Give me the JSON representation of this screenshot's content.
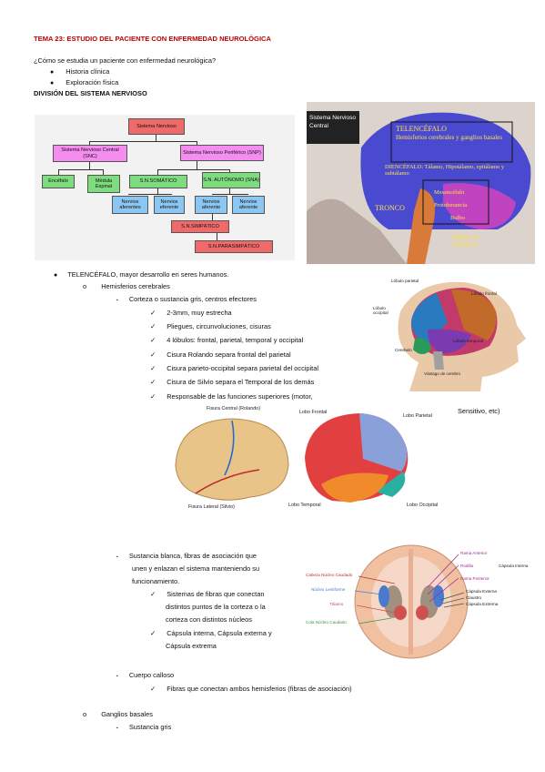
{
  "title": "TEMA 23: ESTUDIO DEL PACIENTE CON ENFERMEDAD NEUROLÓGICA",
  "question": "¿Cómo se estudia un paciente con enfermedad neurológica?",
  "study_items": [
    "Historia clínica",
    "Exploración física"
  ],
  "division_heading": "DIVISIÓN DEL SISTEMA NERVIOSO",
  "diagram": {
    "root": "Sistema Nervioso",
    "snc": "Sistema Nervioso Central (SNC)",
    "snp": "Sistema Nervioso Periférico (SNP)",
    "encefalo": "Encéfalo",
    "medula": "Médula Espinal",
    "somatico": "S.N.SOMÁTICO",
    "autonomo": "S.N. AUTÓNOMO (SNA)",
    "nervios_aferentes_1": "Nervios aferentes",
    "nervios_eferente_1": "Nervios eferente",
    "nervios_aferente_2": "Nervios aferente",
    "nervios_aferente_3": "Nervios aferente",
    "simpatico": "S.N.SIMPÁTICO",
    "parasimpatico": "S.N.PARASIMPÁTICO"
  },
  "brain_sagittal": {
    "panel": "Sistema Nervioso Central",
    "labels": [
      "TELENCÉFALO",
      "Hemisferios cerebrales y ganglios basales",
      "DIENCÉFALO: Tálamo, Hipotálamo, epitálamo y subtálamo",
      "Mesencéfalo",
      "Protuberancia",
      "Bulbo",
      "TRONCO",
      "MÉDULA ESPINAL"
    ]
  },
  "head_lobes": {
    "labels": [
      "Lóbulo parietal",
      "Lóbulo frontal",
      "Lóbulo occipital",
      "Lóbulo temporal",
      "Cerebelo",
      "Vástago de cerebro"
    ]
  },
  "telencefalo": "TELENCÉFALO, mayor desarrollo en seres humanos.",
  "hemisferios": "Hemisferios cerebrales",
  "corteza": "Corteza o sustancia gris, centros efectores",
  "corteza_items": [
    "2-3mm, muy estrecha",
    "Pliegues, circunvoluciones, cisuras",
    "4 lóbulos: frontal, parietal, temporal y occipital",
    "Cisura Rolando separa frontal del parietal",
    "Cisura parieto-occipital separa parietal del occipital",
    "Cisura de Silvio separa el Temporal de los demás",
    "Responsable de las funciones superiores (motor,"
  ],
  "sensitivo": "Sensitivo, etc)",
  "brain_lateral": {
    "fisura_central": "Fisura Central (Rolando)",
    "fisura_lateral": "Fisura Lateral (Silvio)",
    "lobo_frontal": "Lobo Frontal",
    "lobo_parietal": "Lobo Parietal",
    "lobo_temporal": "Lobo Temporal",
    "lobo_occipital": "Lobo Occipital"
  },
  "sustancia_blanca_lines": [
    "Sustancia blanca, fibras de asociación que",
    "unen y enlazan el sistema manteniendo su",
    "funcionamiento."
  ],
  "fibras_lines": [
    "Sistemas de fibras que conectan",
    "distintos puntos de la corteza o la",
    "corteza con distintos núcleos"
  ],
  "capsula_lines": [
    "Cápsula interna, Cápsula externa y",
    "Cápsula extrema"
  ],
  "brain_axial": {
    "left_labels": [
      "Cabeza Núcleo Caudado",
      "Núcleo Lentiforme",
      "Tálamo",
      "Cola Núcleo Caudado"
    ],
    "right_labels": [
      "Rama Anterior",
      "Rodilla",
      "Rama Posterior",
      "Cápsula Interna",
      "Cápsula Externa",
      "Claustro",
      "Cápsula Extrema"
    ]
  },
  "cuerpo_calloso": "Cuerpo calloso",
  "cuerpo_item": "Fibras que conectan ambos hemisferios (fibras de asociación)",
  "ganglios": "Ganglios basales",
  "sustancia_gris": "Sustancia gris",
  "bullet_disc": "●",
  "bullet_circle": "o",
  "bullet_square": "▪",
  "check": "✓",
  "colors": {
    "title": "#c00000"
  }
}
